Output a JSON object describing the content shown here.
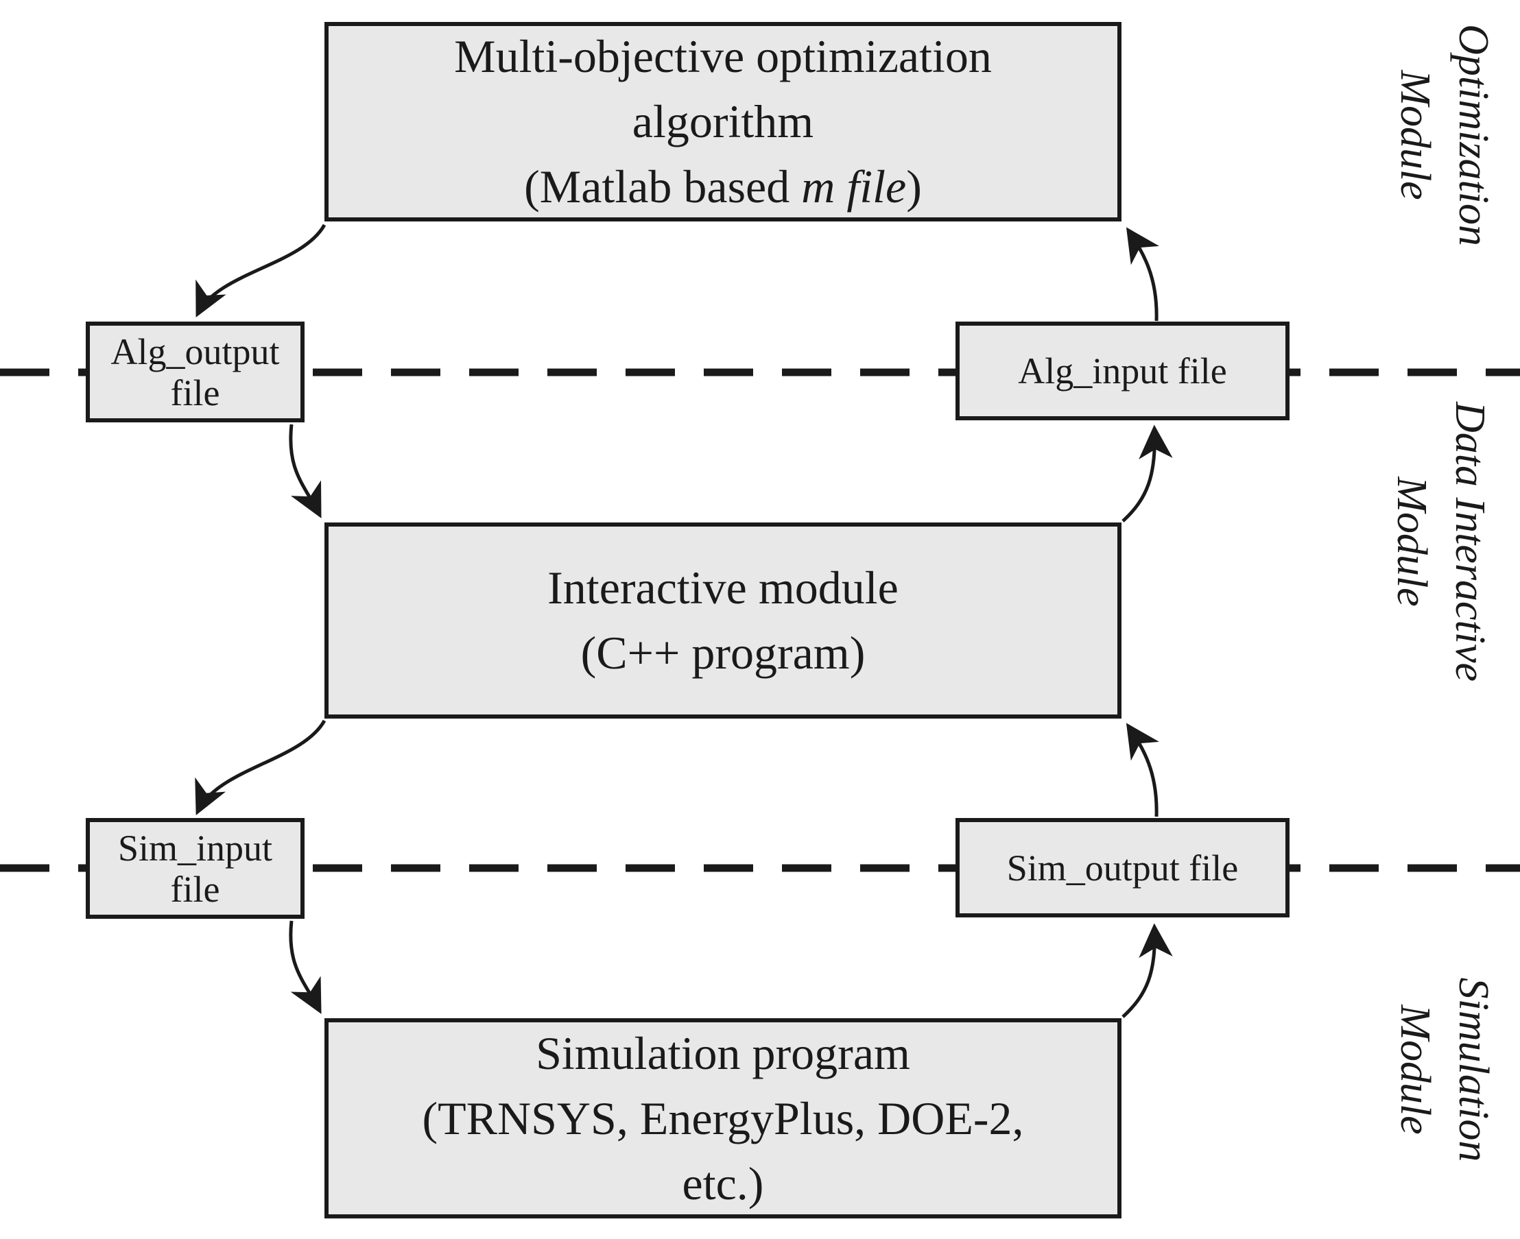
{
  "diagram": {
    "boxes": {
      "optimization": {
        "line1": "Multi-objective optimization",
        "line2": "algorithm",
        "line3_prefix": "(Matlab based ",
        "line3_italic": "m file",
        "line3_suffix": ")"
      },
      "interactive": {
        "line1": "Interactive module",
        "line2": "(C++ program)"
      },
      "simulation": {
        "line1": "Simulation program",
        "line2": "(TRNSYS, EnergyPlus, DOE-2,",
        "line3": "etc.)"
      },
      "alg_output_file": "Alg_output file",
      "alg_input_file": "Alg_input file",
      "sim_input_file": "Sim_input file",
      "sim_output_file": "Sim_output file"
    },
    "side_labels": {
      "optimization": {
        "line1": "Optimization",
        "line2": "Module"
      },
      "data_interactive": {
        "line1": "Data Interactive",
        "line2": "Module"
      },
      "simulation": {
        "line1": "Simulation",
        "line2": "Module"
      }
    },
    "colors": {
      "box_fill": "#e8e8e8",
      "line": "#1a1a1a",
      "background": "#ffffff"
    }
  }
}
